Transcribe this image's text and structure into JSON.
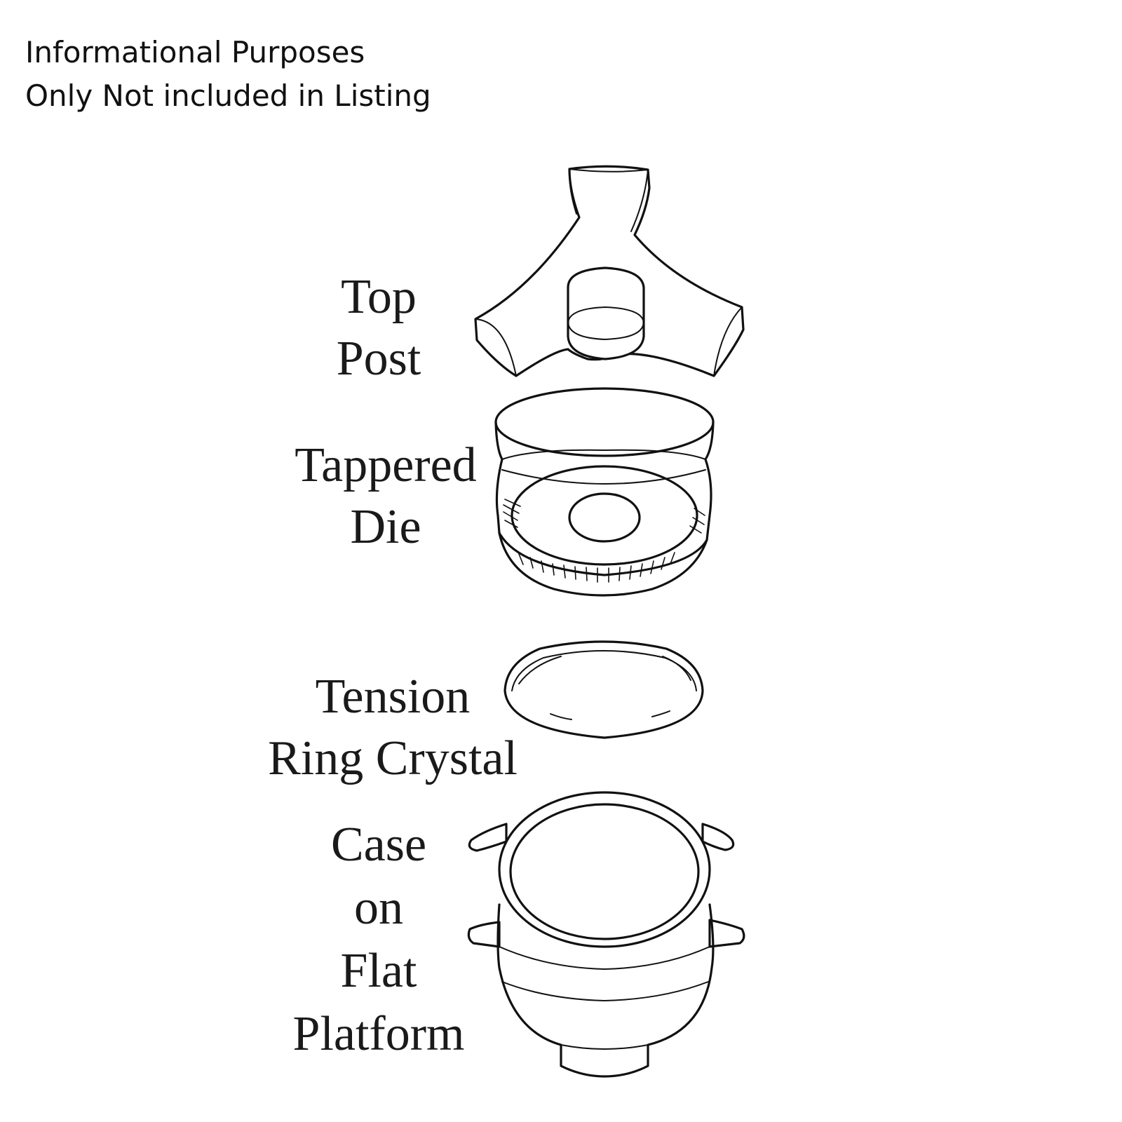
{
  "notice": {
    "line1": "Informational Purposes",
    "line2": "Only Not included in Listing"
  },
  "parts": {
    "top_post": {
      "line1": "Top",
      "line2": "Post"
    },
    "tapered_die": {
      "line1": "Tappered",
      "line2": "Die"
    },
    "tension_ring": {
      "line1": "Tension",
      "line2": "Ring Crystal"
    },
    "case_platform": {
      "line1": "Case",
      "line2": "on",
      "line3": "Flat",
      "line4": "Platform"
    }
  },
  "colors": {
    "background": "#ffffff",
    "ink": "#111111"
  }
}
